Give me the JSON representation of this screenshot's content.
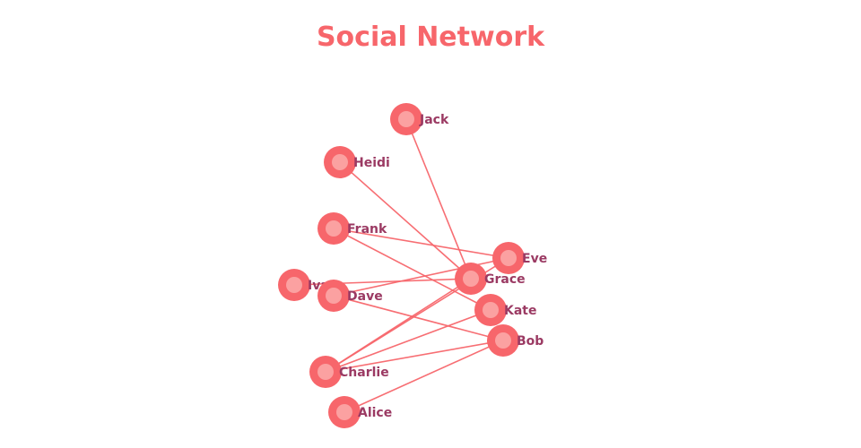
{
  "title": "Social Network",
  "colors": {
    "title": "#f7666b",
    "node_outer": "#f7666b",
    "node_inner": "#fba1a1",
    "edge": "#f7666b",
    "label": "#9b3a63"
  },
  "nodes": [
    {
      "id": "jack",
      "label": "Jack"
    },
    {
      "id": "heidi",
      "label": "Heidi"
    },
    {
      "id": "frank",
      "label": "Frank"
    },
    {
      "id": "eve",
      "label": "Eve"
    },
    {
      "id": "grace",
      "label": "Grace"
    },
    {
      "id": "ivan",
      "label": "Ivan"
    },
    {
      "id": "dave",
      "label": "Dave"
    },
    {
      "id": "kate",
      "label": "Kate"
    },
    {
      "id": "bob",
      "label": "Bob"
    },
    {
      "id": "charlie",
      "label": "Charlie"
    },
    {
      "id": "alice",
      "label": "Alice"
    }
  ],
  "edges": [
    {
      "source": "jack",
      "target": "grace"
    },
    {
      "source": "heidi",
      "target": "grace"
    },
    {
      "source": "frank",
      "target": "eve"
    },
    {
      "source": "frank",
      "target": "kate"
    },
    {
      "source": "ivan",
      "target": "grace"
    },
    {
      "source": "dave",
      "target": "eve"
    },
    {
      "source": "dave",
      "target": "bob"
    },
    {
      "source": "charlie",
      "target": "eve"
    },
    {
      "source": "charlie",
      "target": "grace"
    },
    {
      "source": "charlie",
      "target": "kate"
    },
    {
      "source": "charlie",
      "target": "bob"
    },
    {
      "source": "alice",
      "target": "bob"
    }
  ]
}
